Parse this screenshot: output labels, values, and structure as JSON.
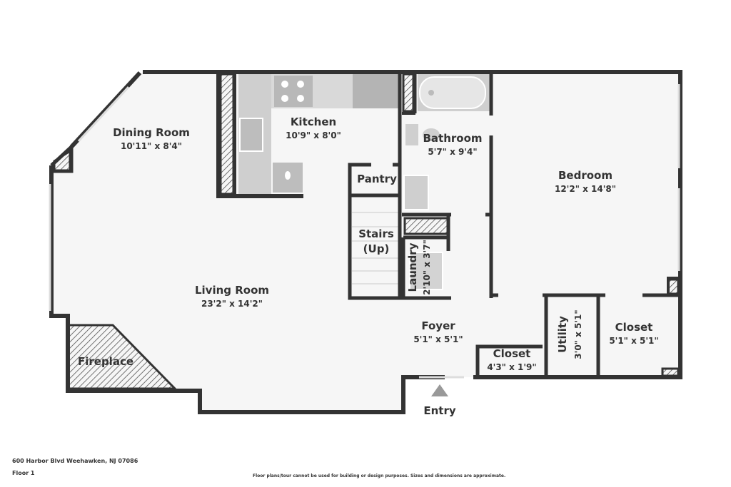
{
  "rooms": {
    "dining": {
      "name": "Dining Room",
      "dim": "10'11\" x 8'4\""
    },
    "kitchen": {
      "name": "Kitchen",
      "dim": "10'9\" x 8'0\""
    },
    "bathroom": {
      "name": "Bathroom",
      "dim": "5'7\" x 9'4\""
    },
    "bedroom": {
      "name": "Bedroom",
      "dim": "12'2\" x 14'8\""
    },
    "pantry": {
      "name": "Pantry"
    },
    "stairs": {
      "name_line1": "Stairs",
      "name_line2": "(Up)"
    },
    "laundry": {
      "name": "Laundry",
      "dim": "2'10\" x 3'7\""
    },
    "living": {
      "name": "Living Room",
      "dim": "23'2\" x 14'2\""
    },
    "foyer": {
      "name": "Foyer",
      "dim": "5'1\" x 5'1\""
    },
    "utility": {
      "name": "Utility",
      "dim": "3'0\" x 5'1\""
    },
    "closet_right": {
      "name": "Closet",
      "dim": "5'1\" x 5'1\""
    },
    "closet_small": {
      "name": "Closet",
      "dim": "4'3\" x 1'9\""
    },
    "fireplace": {
      "name": "Fireplace"
    }
  },
  "entry": {
    "label": "Entry"
  },
  "footer": {
    "address": "600 Harbor Blvd Weehawken, NJ 07086",
    "floor": "Floor 1",
    "disclaimer": "Floor plans/tour cannot be used for building or design purposes. Sizes and dimensions are approximate."
  },
  "colors": {
    "wall": "#333333",
    "floor": "#f6f6f6",
    "fixture": "#c8c8c8",
    "text": "#333333"
  }
}
